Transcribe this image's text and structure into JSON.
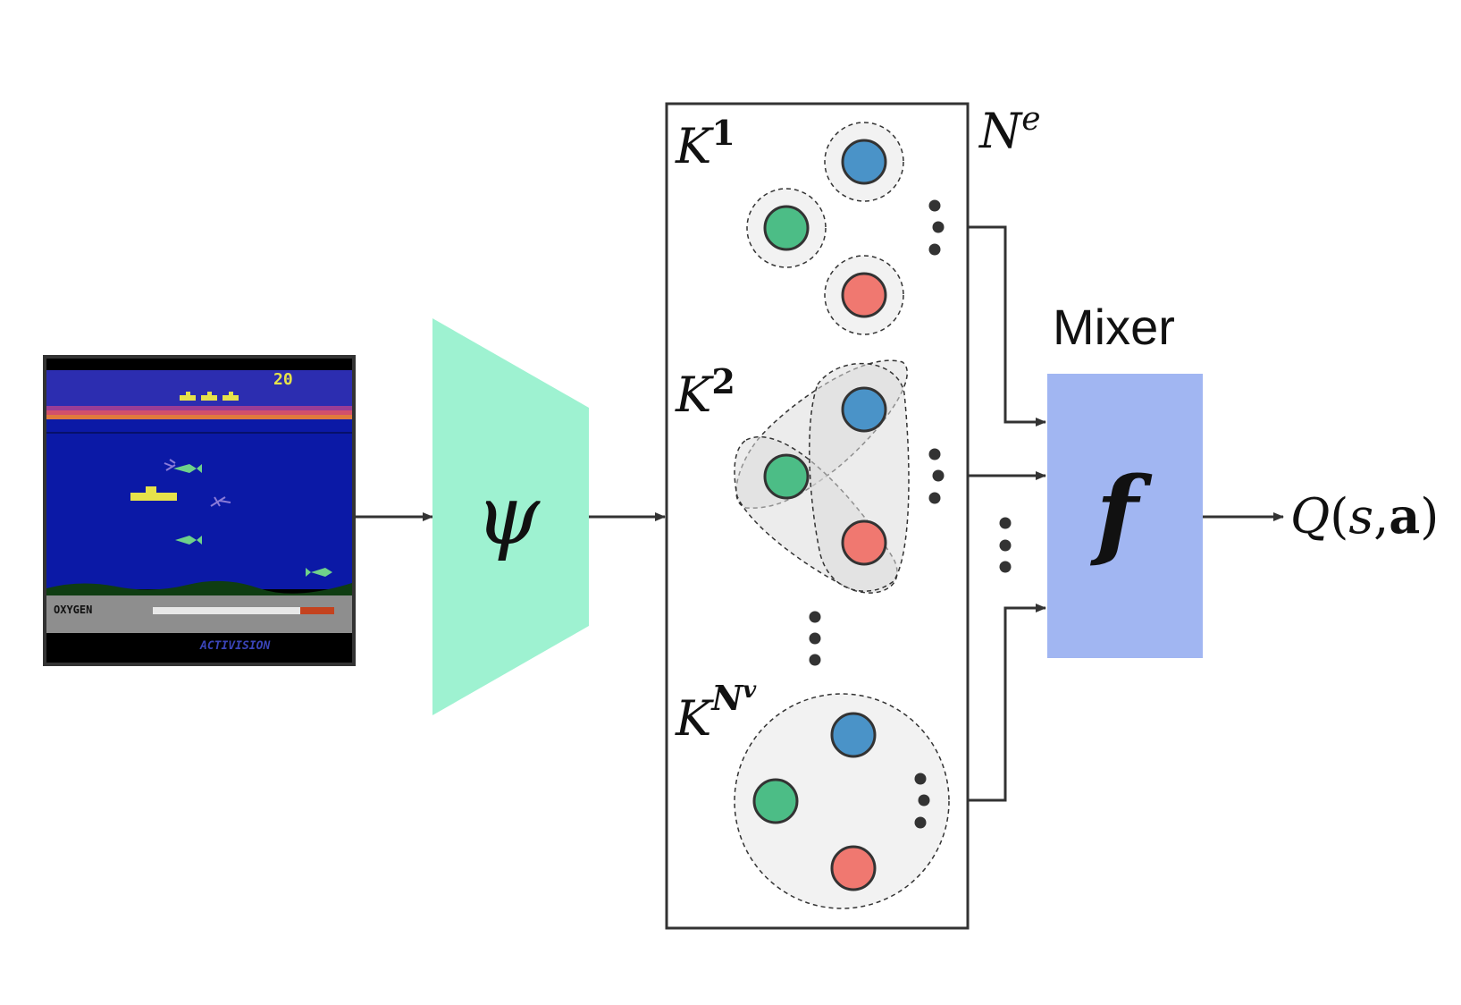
{
  "game_screen": {
    "score": "20",
    "oxygen_label": "OXYGEN",
    "brand": "ACTIVISION",
    "colors": {
      "sky": "#2c2db0",
      "water": "#0b19a6",
      "seabed": "#0f3d12",
      "panel": "#8e8e8e",
      "yellow": "#e6e24a",
      "fish": "#6fd18a",
      "diver": "#8a7bd8",
      "oxygen_fill": "#e8e8e8",
      "oxygen_low": "#c4431f"
    }
  },
  "encoder": {
    "symbol": "ψ",
    "color": "#9ef2d1"
  },
  "ensemble_box": {
    "label_main": "N",
    "label_sup": "e",
    "groups": [
      {
        "label_main": "K",
        "label_sup": "1"
      },
      {
        "label_main": "K",
        "label_sup": "2"
      },
      {
        "label_main": "K",
        "label_sup": "N",
        "label_sup_sub": "v"
      }
    ],
    "node_colors": {
      "blue": "#4a93c8",
      "green": "#4cbd86",
      "red": "#f07870"
    }
  },
  "mixer": {
    "title": "Mixer",
    "symbol": "f",
    "color": "#a1b6f2"
  },
  "output": {
    "Q": "Q",
    "open": "(",
    "s": "s",
    "comma": ",",
    "a": "a",
    "close": ")"
  }
}
